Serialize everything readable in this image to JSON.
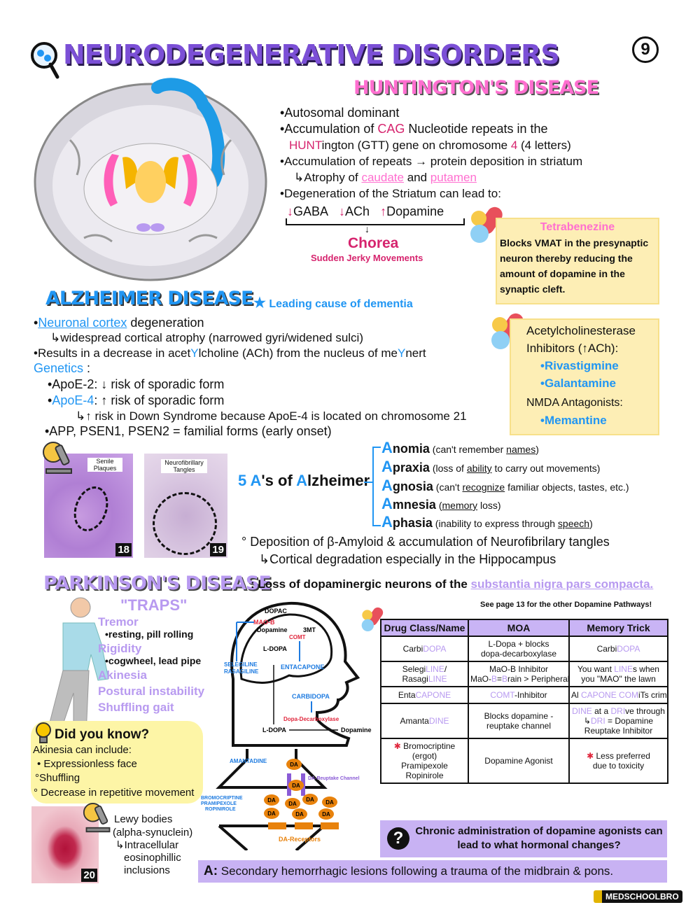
{
  "colors": {
    "purple": "#7b4fd6",
    "pink": "#ff6fd0",
    "magenta": "#d6246e",
    "blue": "#2196f3",
    "lavender": "#b89af0",
    "red": "#e0263c",
    "orange": "#e8820c",
    "yellow_box": "#fdeeb5",
    "table_header": "#c9b4f5",
    "question_box": "#c8b2f3"
  },
  "header": {
    "title": "NEURODEGENERATIVE DISORDERS",
    "page_number": "9",
    "icon": "magnifier-brain-icon"
  },
  "huntington": {
    "heading": "HUNTINGTON'S DISEASE",
    "lines": [
      [
        "•Autosomal dominant"
      ],
      [
        "•Accumulation of ",
        {
          "t": "CAG",
          "c": "magenta"
        },
        " Nucleotide repeats in the"
      ],
      [
        {
          "t": "HUNT",
          "c": "magenta"
        },
        "ington (GTT) gene on chromosome ",
        {
          "t": "4",
          "c": "magenta"
        },
        " (4 letters)"
      ],
      [
        "•Accumulation of repeats → protein deposition in striatum"
      ],
      [
        "↳Atrophy of ",
        {
          "t": "caudate",
          "c": "pink",
          "u": true
        },
        " and ",
        {
          "t": "putamen",
          "c": "pink",
          "u": true
        }
      ],
      [
        "•Degeneration of the Striatum can lead to:"
      ]
    ],
    "neurotransmitters": [
      {
        "arrow": "↓",
        "label": "GABA"
      },
      {
        "arrow": "↓",
        "label": "ACh"
      },
      {
        "arrow": "↑",
        "label": "Dopamine"
      }
    ],
    "result": "Chorea",
    "result_sub": "Sudden Jerky Movements",
    "drug_box": {
      "title": "Tetrabenezine",
      "body": "Blocks VMAT in the presynaptic neuron thereby reducing the amount of dopamine in the synaptic cleft."
    }
  },
  "alzheimer": {
    "heading": "ALZHEIMER DISEASE",
    "tagline": "Leading cause of dementia",
    "lines": [
      [
        "•",
        {
          "t": "Neuronal cortex",
          "c": "blue",
          "u": true
        },
        " degeneration"
      ],
      [
        "↳widespread cortical atrophy (narrowed gyri/widened sulci)"
      ],
      [
        "•Results in a decrease in acet",
        {
          "t": "Y",
          "c": "blue"
        },
        "lcholine (ACh) from the nucleus of me",
        {
          "t": "Y",
          "c": "blue"
        },
        "nert"
      ],
      [
        {
          "t": "Genetics",
          "c": "blue"
        },
        " :"
      ],
      [
        "•ApoE-2: ↓ risk of sporadic form"
      ],
      [
        "•",
        {
          "t": "ApoE-4",
          "c": "blue"
        },
        ": ↑ risk of sporadic form"
      ],
      [
        "↳↑ risk in Down Syndrome because ApoE-4 is located on chromosome 21"
      ],
      [
        "•APP, PSEN1, PSEN2 = familial forms (early onset)"
      ]
    ],
    "drug_box": {
      "line1": "Acetylcholinesterase",
      "line2": "Inhibitors (↑ACh):",
      "drugs1": [
        "•Rivastigmine",
        "•Galantamine"
      ],
      "line3": "NMDA Antagonists:",
      "drugs2": [
        "•Memantine"
      ]
    },
    "images": [
      {
        "label": "Senile Plaques",
        "number": "18"
      },
      {
        "label": "Neurofibrillary Tangles",
        "number": "19"
      }
    ],
    "five_as": {
      "title_pre": "5 ",
      "title_a": "A",
      "title_mid": "'s of ",
      "title_a2": "A",
      "title_post": "lzheimer",
      "items": [
        {
          "rest": "nomia",
          "note": [
            " (can't remember ",
            {
              "t": "names",
              "u": true
            },
            ")"
          ]
        },
        {
          "rest": "praxia",
          "note": [
            " (loss of ",
            {
              "t": "ability",
              "u": true
            },
            " to carry out movements)"
          ]
        },
        {
          "rest": "gnosia",
          "note": [
            " (can't ",
            {
              "t": "recognize",
              "u": true
            },
            " familiar objects, tastes, etc.)"
          ]
        },
        {
          "rest": "mnesia",
          "note": [
            " (",
            {
              "t": "memory",
              "u": true
            },
            " loss)"
          ]
        },
        {
          "rest": "phasia",
          "note": [
            " (inability to express through ",
            {
              "t": "speech",
              "u": true
            },
            ")"
          ]
        }
      ]
    },
    "deposition": "° Deposition of β-Amyloid & accumulation of Neurofibrilary tangles",
    "deposition_sub": "↳Cortical degradation especially in the Hippocampus"
  },
  "parkinson": {
    "heading": "PARKINSON'S DISEASE",
    "definition": [
      ": Loss of dopaminergic neurons of the ",
      {
        "t": "substantia nigra pars compacta.",
        "c": "lavender",
        "u": true
      }
    ],
    "traps_title": "\"TRAPS\"",
    "traps": [
      {
        "label": "Tremor",
        "detail": "•resting, pill rolling"
      },
      {
        "label": "Rigidity",
        "detail": "•cogwheel, lead pipe"
      },
      {
        "label": "Akinesia",
        "detail": ""
      },
      {
        "label": "Postural instability",
        "detail": ""
      },
      {
        "label": "Shuffling gait",
        "detail": ""
      }
    ],
    "did_you_know": {
      "title": "Did you know?",
      "intro": "Akinesia can include:",
      "items": [
        "• Expressionless face",
        "°Shuffling",
        "° Decrease in repetitive movement"
      ]
    },
    "lewy": {
      "number": "20",
      "lines": [
        "Lewy bodies",
        "(alpha-synuclein)",
        "↳Intracellular",
        "eosinophillic",
        "inclusions"
      ]
    },
    "diagram": {
      "dopac": "DOPAC",
      "maob": "MAO-B",
      "dopamine": "Dopamine",
      "threemt": "3MT",
      "comt": "COMT",
      "ldopa_brain": "L-DOPA",
      "selegiline": "SELEGILINE",
      "rasagiline": "RASAGILINE",
      "entacapone": "ENTACAPONE",
      "carbidopa": "CARBIDOPA",
      "decarboxylase": "Dopa-Decarboxylase",
      "ldopa_periph": "L-DOPA",
      "dopamine_periph": "Dopamine",
      "amantadine": "AMANTADINE",
      "reuptake": "DA-Reuptake Channel",
      "agonists": [
        "BROMOCRIPTINE",
        "PRAMIPEXOLE",
        "ROPINIROLE"
      ],
      "da": "DA",
      "receptors": "DA-Receptors"
    },
    "table_note": "See page 13 for the other Dopamine Pathways!",
    "table": {
      "headers": [
        "Drug Class/Name",
        "MOA",
        "Memory Trick"
      ],
      "rows": [
        [
          [
            [
              "Carbi",
              {
                "t": "DOPA",
                "c": "lavender"
              }
            ]
          ],
          [
            [
              "L-Dopa + blocks"
            ],
            [
              "dopa-decarboxylase"
            ]
          ],
          [
            [
              "Carbi",
              {
                "t": "DOPA",
                "c": "lavender"
              }
            ]
          ]
        ],
        [
          [
            [
              "Selegi",
              {
                "t": "LINE",
                "c": "lavender"
              },
              "/"
            ],
            [
              "Rasagi",
              {
                "t": "LINE",
                "c": "lavender"
              }
            ]
          ],
          [
            [
              "MaO-B Inhibitor"
            ],
            [
              "MaO-",
              {
                "t": "B",
                "c": "lavender"
              },
              "=",
              {
                "t": "B",
                "c": "lavender"
              },
              "rain > Peripheral"
            ]
          ],
          [
            [
              "You want ",
              {
                "t": "LINE",
                "c": "lavender"
              },
              "s when"
            ],
            [
              "you \"MAO\" the lawn"
            ]
          ]
        ],
        [
          [
            [
              "Enta",
              {
                "t": "CAPONE",
                "c": "lavender"
              }
            ]
          ],
          [
            [
              {
                "t": "COMT",
                "c": "lavender"
              },
              "-Inhibitor"
            ]
          ],
          [
            [
              "Al ",
              {
                "t": "CAPONE COM",
                "c": "lavender"
              },
              "iTs crimes"
            ]
          ]
        ],
        [
          [
            [
              "Amanta",
              {
                "t": "DINE",
                "c": "lavender"
              }
            ]
          ],
          [
            [
              "Blocks dopamine -"
            ],
            [
              "reuptake channel"
            ]
          ],
          [
            [
              {
                "t": "DINE",
                "c": "lavender"
              },
              " at a ",
              {
                "t": "DRI",
                "c": "lavender"
              },
              "ve through"
            ],
            [
              "↳",
              {
                "t": "DRI",
                "c": "lavender"
              },
              " = Dopamine"
            ],
            [
              "Reuptake Inhibitor"
            ]
          ]
        ],
        [
          [
            [
              {
                "t": "✱",
                "c": "red"
              },
              " Bromocriptine"
            ],
            [
              "(ergot)"
            ],
            [
              "Pramipexole"
            ],
            [
              "Ropinirole"
            ]
          ],
          [
            [
              "Dopamine Agonist"
            ]
          ],
          [
            [
              {
                "t": "✱",
                "c": "red"
              },
              " Less preferred"
            ],
            [
              "due to toxicity"
            ]
          ]
        ]
      ]
    },
    "question": "Chronic administration of dopamine agonists can lead to what hormonal changes?",
    "answer_label": "A:",
    "answer": "Secondary hemorrhagic lesions following a trauma of the midbrain & pons."
  },
  "logo": "MEDSCHOOLBRO"
}
